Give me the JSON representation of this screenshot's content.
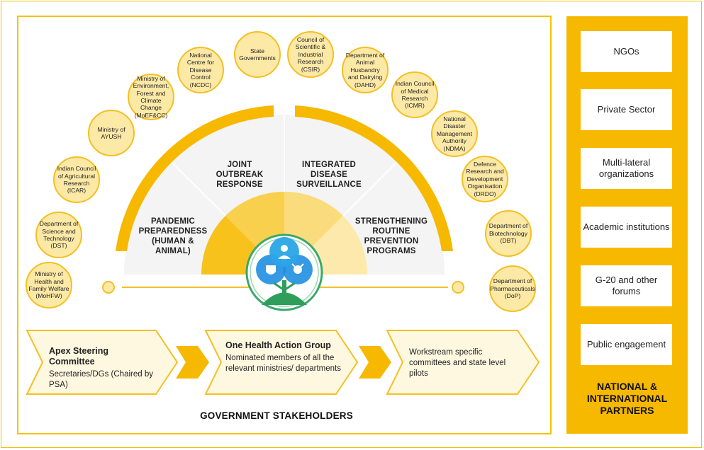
{
  "government": {
    "title": "GOVERNMENT STAKEHOLDERS",
    "stakeholders": [
      "Ministry of Health and Family Welfare (MoHFW)",
      "Department of Science and Technology (DST)",
      "Indian Council of Agricultural Research (ICAR)",
      "Ministry of AYUSH",
      "Ministry of Environment, Forest and Climate Change (MoEF&CC)",
      "National Centre for Disease Control (NCDC)",
      "State Governments",
      "Council of Scientific & Industrial Research (CSIR)",
      "Department of Animal Husbandry and Dairying (DAHD)",
      "Indian Council of Medical Research (ICMR)",
      "National Disaster Management Authority (NDMA)",
      "Defence Research and Development Organisation (DRDO)",
      "Department of Biotechnology (DBT)",
      "Department of Pharmaceuticals (DoP)"
    ],
    "pillars": [
      "PANDEMIC PREPAREDNESS (HUMAN & ANIMAL)",
      "JOINT OUTBREAK RESPONSE",
      "INTEGRATED DISEASE SURVEILLANCE",
      "STRENGTHENING ROUTINE PREVENTION PROGRAMS"
    ],
    "flow": [
      {
        "title": "Apex Steering Committee",
        "text": "Secretaries/DGs (Chaired by PSA)"
      },
      {
        "title": "One Health Action Group",
        "text": "Nominated members of all the relevant ministries/ departments"
      },
      {
        "title": "",
        "text": "Workstream specific committees and state level pilots"
      }
    ]
  },
  "partners": {
    "title": "NATIONAL & INTERNATIONAL PARTNERS",
    "items": [
      "NGOs",
      "Private Sector",
      "Multi-lateral organizations",
      "Academic institutions",
      "G-20 and other forums",
      "Public engagement"
    ]
  },
  "colors": {
    "accent": "#f7b800",
    "circle_fill": "#fde9a6",
    "logo_blue": "#1f8fe0",
    "logo_green": "#2e9e5a"
  }
}
